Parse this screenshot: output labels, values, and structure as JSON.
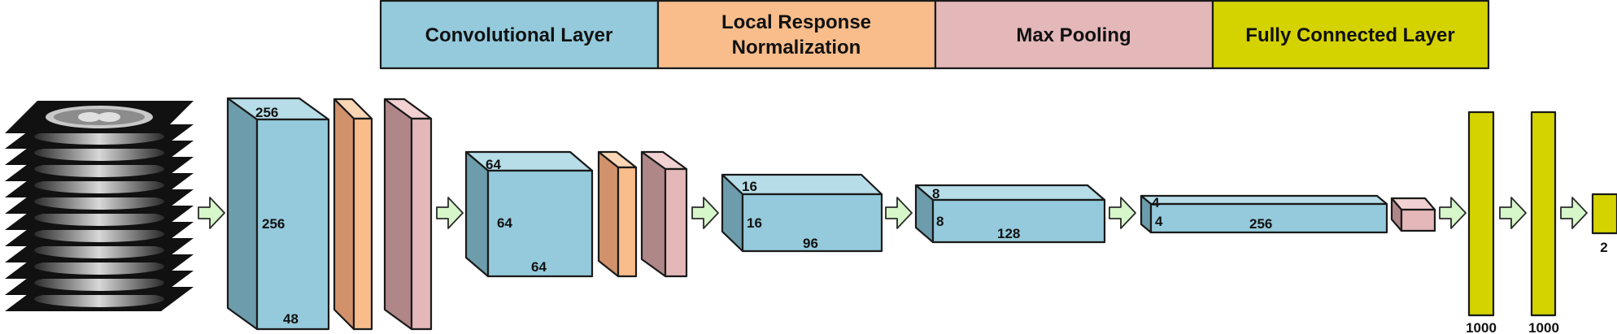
{
  "colors": {
    "conv": "#94cadb",
    "lrn": "#f8bd8b",
    "pool": "#e4b7b9",
    "fc": "#d4d300",
    "arrow": "#d6f7c9"
  },
  "legend": {
    "conv": "Convolutional Layer",
    "lrn_line1": "Local Response",
    "lrn_line2": "Normalization",
    "pool": "Max Pooling",
    "fc": "Fully Connected Layer"
  },
  "blocks": {
    "conv1": {
      "depth": "256",
      "height": "256",
      "width": "48"
    },
    "conv2": {
      "depth": "64",
      "height": "64",
      "width": "64"
    },
    "conv3": {
      "depth": "16",
      "height": "16",
      "width": "96"
    },
    "conv4": {
      "depth": "8",
      "height": "8",
      "width": "128"
    },
    "conv5": {
      "depth": "4",
      "height": "4",
      "width": "256"
    },
    "fc1": {
      "size": "1000"
    },
    "fc2": {
      "size": "1000"
    },
    "output": {
      "size": "2"
    }
  }
}
